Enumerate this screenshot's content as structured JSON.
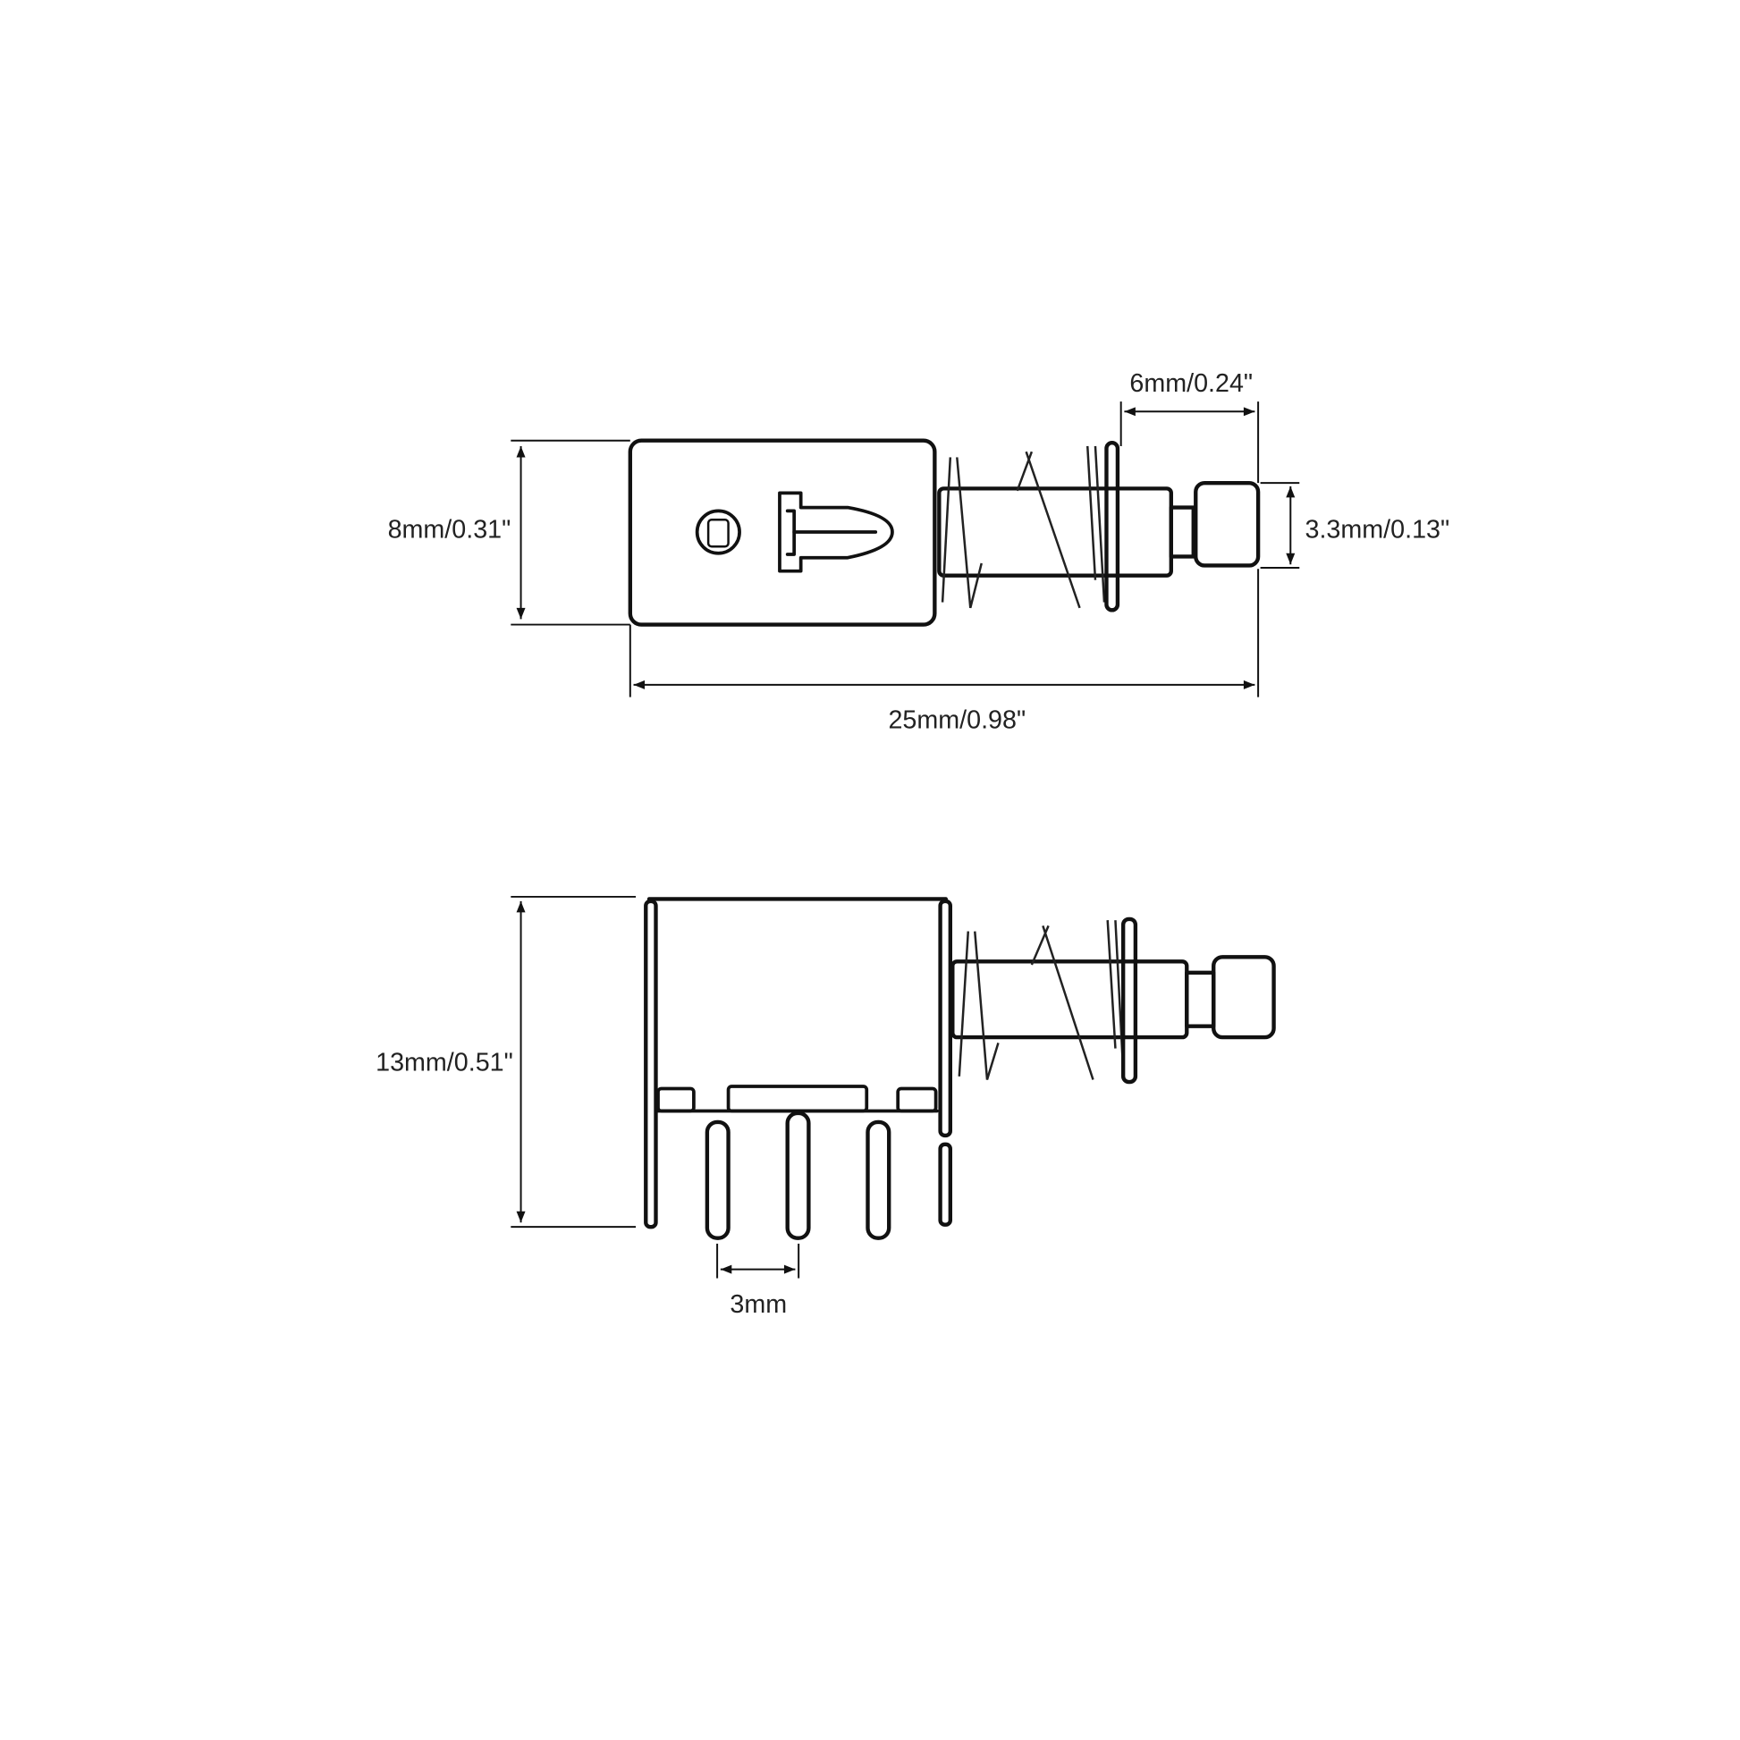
{
  "top_view": {
    "height_label": "8mm/0.31\"",
    "length_label": "25mm/0.98\"",
    "plunger_length_label": "6mm/0.24\"",
    "plunger_diameter_label": "3.3mm/0.13\""
  },
  "side_view": {
    "height_label": "13mm/0.51\"",
    "pin_pitch_label": "3mm"
  },
  "colors": {
    "line": "#111111",
    "background": "#ffffff"
  }
}
